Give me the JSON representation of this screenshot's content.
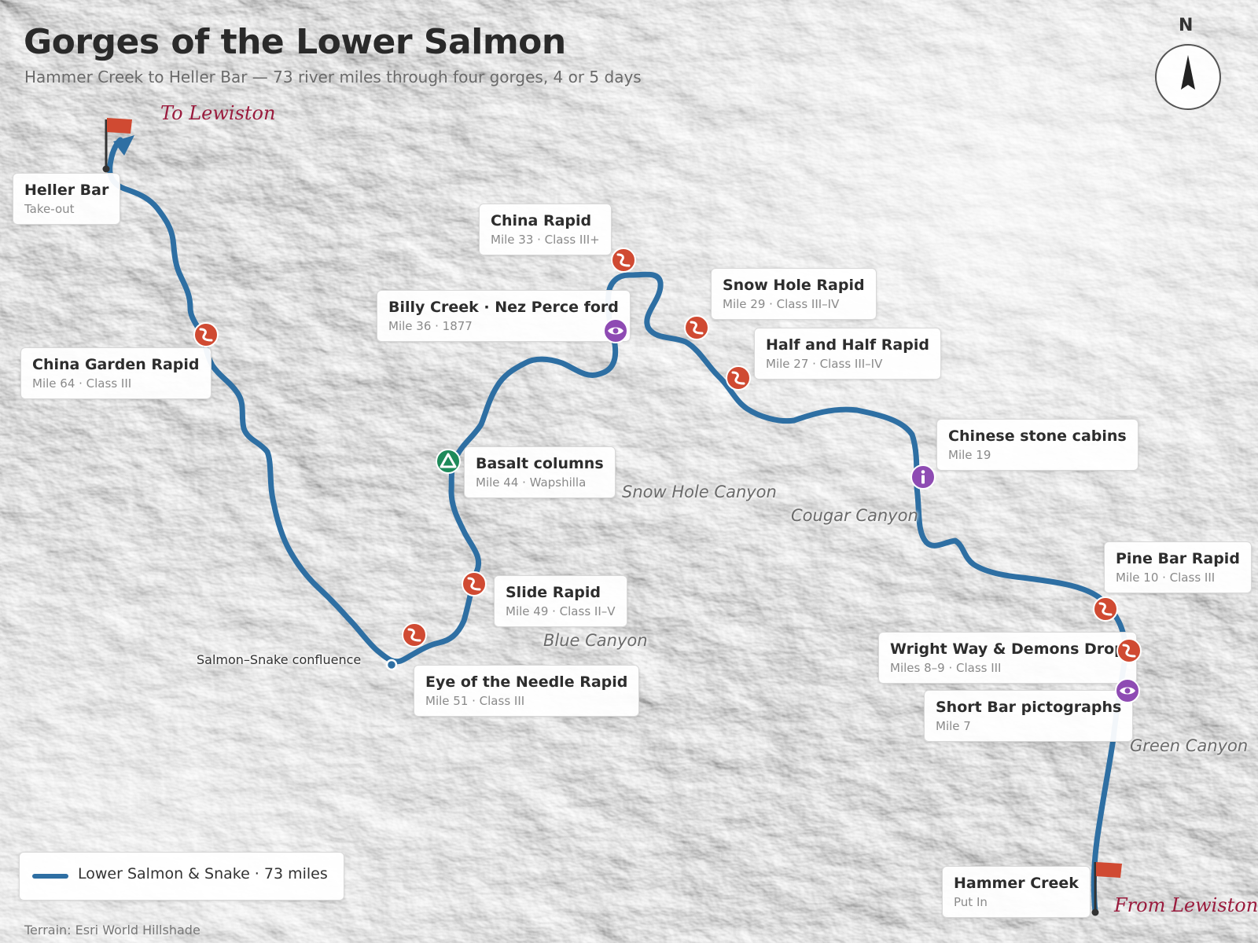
{
  "title": "Gorges of the Lower Salmon",
  "subtitle": "Hammer Creek to Heller Bar — 73 river miles through four gorges, 4 or 5 days",
  "directions": {
    "to": "To Lewiston",
    "from": "From Lewiston"
  },
  "north": "N",
  "canyons": {
    "snow_hole": "Snow Hole Canyon",
    "cougar": "Cougar Canyon",
    "blue": "Blue Canyon",
    "green": "Green Canyon"
  },
  "confluence": "Salmon–Snake confluence",
  "callouts": {
    "heller_bar": {
      "name": "Heller Bar",
      "sub": "Take-out"
    },
    "china_garden": {
      "name": "China Garden Rapid",
      "sub": "Mile 64 · Class III"
    },
    "china_rapid": {
      "name": "China Rapid",
      "sub": "Mile 33 · Class III+"
    },
    "billy_creek": {
      "name": "Billy Creek · Nez Perce ford",
      "sub": "Mile 36 · 1877"
    },
    "snow_hole_rapid": {
      "name": "Snow Hole Rapid",
      "sub": "Mile 29 · Class III–IV"
    },
    "half_and_half": {
      "name": "Half and Half Rapid",
      "sub": "Mile 27 · Class III–IV"
    },
    "basalt": {
      "name": "Basalt columns",
      "sub": "Mile 44 · Wapshilla"
    },
    "chinese_cabins": {
      "name": "Chinese stone cabins",
      "sub": "Mile 19"
    },
    "pine_bar": {
      "name": "Pine Bar Rapid",
      "sub": "Mile 10 · Class III"
    },
    "slide": {
      "name": "Slide Rapid",
      "sub": "Mile 49 · Class II–V"
    },
    "eye_needle": {
      "name": "Eye of the Needle Rapid",
      "sub": "Mile 51 · Class III"
    },
    "wright_way": {
      "name": "Wright Way & Demons Drop",
      "sub": "Miles 8–9 · Class III"
    },
    "short_bar": {
      "name": "Short Bar pictographs",
      "sub": "Mile 7"
    },
    "hammer_creek": {
      "name": "Hammer Creek",
      "sub": "Put In"
    }
  },
  "legend": {
    "label": "Lower Salmon & Snake · 73 miles",
    "color": "#2e6fa3"
  },
  "credit": "Terrain: Esri World Hillshade",
  "colors": {
    "river": "#2e6fa3",
    "rapid": "#d04a32",
    "viewpoint": "#8e4bb3",
    "info": "#8e4bb3",
    "geology": "#1e8a5a",
    "flag": "#d04a32",
    "direction_text": "#9a1b3d"
  },
  "icons": {
    "rapid": "rapid-icon",
    "viewpoint": "eye-icon",
    "info": "info-icon",
    "geology": "mountain-icon",
    "flag": "flag-icon",
    "compass": "north-arrow-icon"
  }
}
